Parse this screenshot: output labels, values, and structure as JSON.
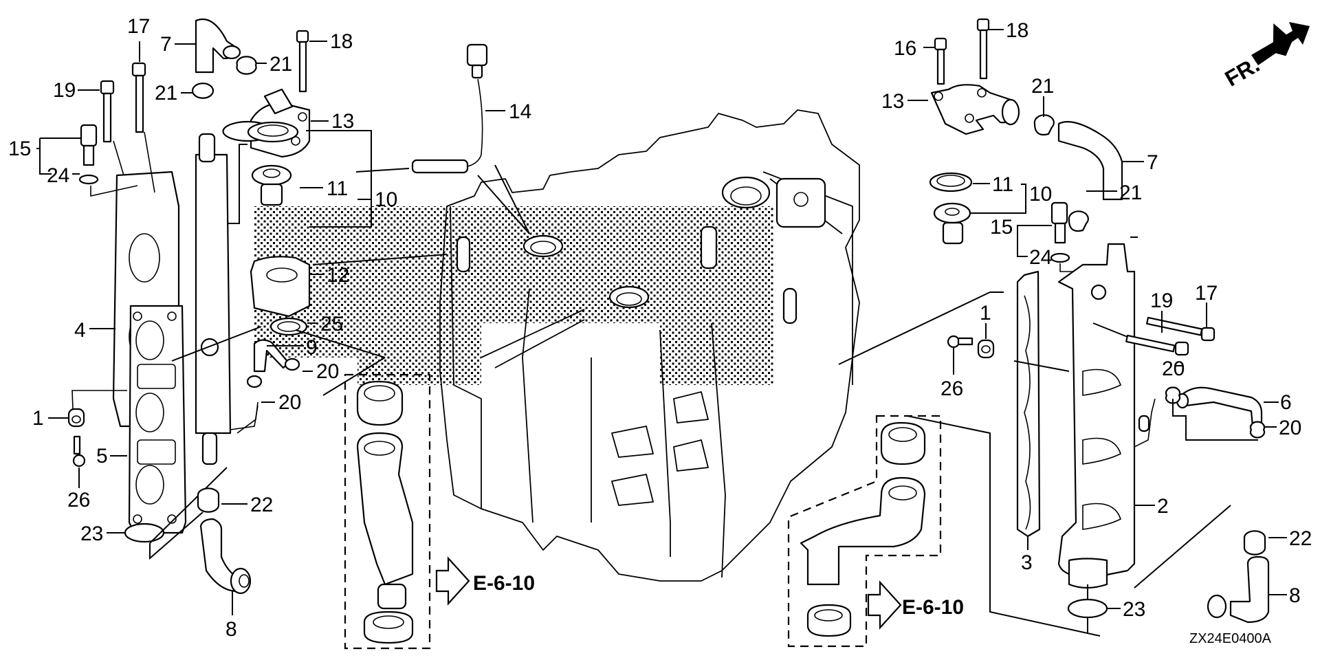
{
  "diagram": {
    "title": "Water jacket / thermostat / exhaust manifold exploded view",
    "direction_marker": "FR.",
    "drawing_code": "ZX24E0400A",
    "reference_links": [
      {
        "label": "E-6-10",
        "group": "left-hose-assembly"
      },
      {
        "label": "E-6-10",
        "group": "right-hose-assembly"
      }
    ],
    "callouts_left": [
      {
        "number": "17",
        "part": "bolt"
      },
      {
        "number": "7",
        "part": "hose"
      },
      {
        "number": "21",
        "part": "hose-clamp"
      },
      {
        "number": "18",
        "part": "bolt"
      },
      {
        "number": "21",
        "part": "hose-clamp"
      },
      {
        "number": "19",
        "part": "bolt"
      },
      {
        "number": "13",
        "part": "thermostat-cover"
      },
      {
        "number": "14",
        "part": "oxygen-sensor"
      },
      {
        "number": "15",
        "part": "bleeder-bolt"
      },
      {
        "number": "24",
        "part": "washer"
      },
      {
        "number": "11",
        "part": "thermostat-seal"
      },
      {
        "number": "10",
        "part": "thermostat"
      },
      {
        "number": "12",
        "part": "thermostat-housing"
      },
      {
        "number": "4",
        "part": "exhaust-manifold-gasket"
      },
      {
        "number": "25",
        "part": "o-ring"
      },
      {
        "number": "9",
        "part": "hose"
      },
      {
        "number": "20",
        "part": "hose-clip"
      },
      {
        "number": "20",
        "part": "hose-clip"
      },
      {
        "number": "1",
        "part": "collar"
      },
      {
        "number": "5",
        "part": "gasket"
      },
      {
        "number": "26",
        "part": "bolt"
      },
      {
        "number": "22",
        "part": "hose-clamp"
      },
      {
        "number": "23",
        "part": "o-ring"
      },
      {
        "number": "8",
        "part": "hose"
      }
    ],
    "callouts_right": [
      {
        "number": "16",
        "part": "bolt"
      },
      {
        "number": "18",
        "part": "bolt"
      },
      {
        "number": "13",
        "part": "thermostat-cover"
      },
      {
        "number": "21",
        "part": "hose-clamp"
      },
      {
        "number": "7",
        "part": "hose"
      },
      {
        "number": "11",
        "part": "thermostat-seal"
      },
      {
        "number": "10",
        "part": "thermostat"
      },
      {
        "number": "21",
        "part": "hose-clamp"
      },
      {
        "number": "15",
        "part": "bleeder-bolt"
      },
      {
        "number": "24",
        "part": "washer"
      },
      {
        "number": "1",
        "part": "collar"
      },
      {
        "number": "19",
        "part": "bolt"
      },
      {
        "number": "17",
        "part": "bolt"
      },
      {
        "number": "26",
        "part": "bolt"
      },
      {
        "number": "20",
        "part": "hose-clip"
      },
      {
        "number": "6",
        "part": "hose"
      },
      {
        "number": "20",
        "part": "hose-clip"
      },
      {
        "number": "2",
        "part": "exhaust-manifold"
      },
      {
        "number": "3",
        "part": "gasket"
      },
      {
        "number": "22",
        "part": "hose-clamp"
      },
      {
        "number": "8",
        "part": "hose"
      },
      {
        "number": "23",
        "part": "o-ring"
      }
    ]
  }
}
